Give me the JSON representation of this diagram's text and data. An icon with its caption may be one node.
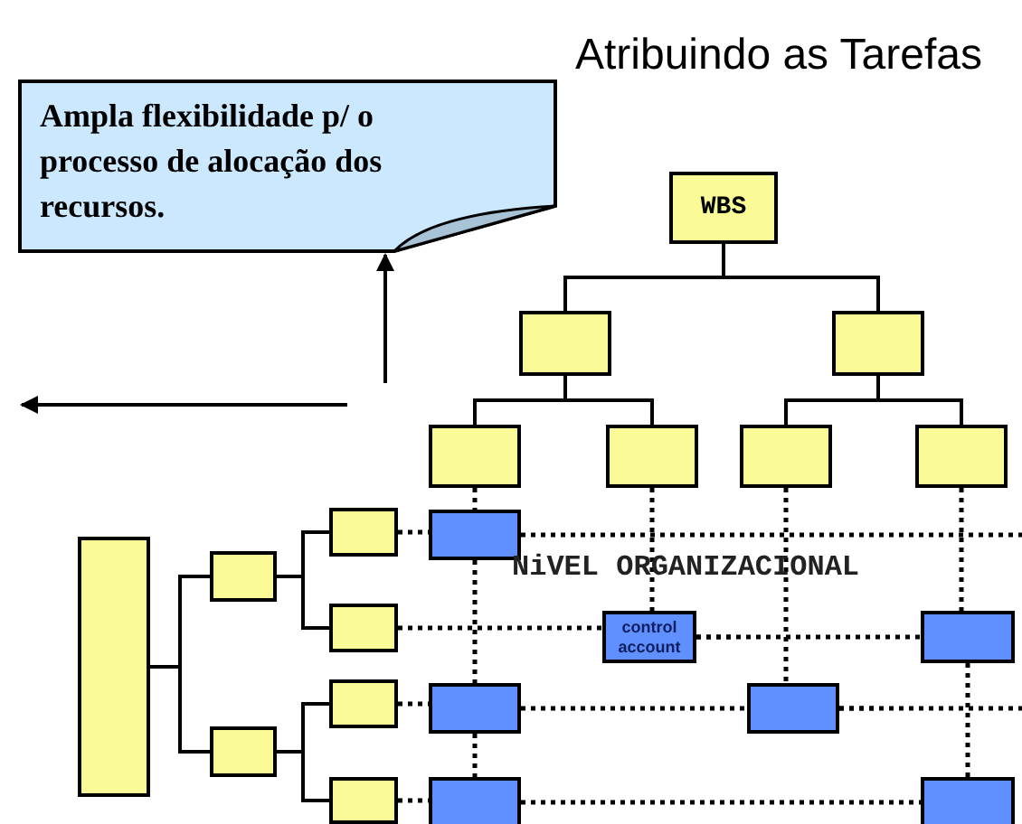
{
  "diagram": {
    "title": "Atribuindo as Tarefas",
    "nodes": [
      {
        "text": [
          "Ampla flexibilidade p/ o processo de alocação dos recursos."
        ]
      },
      {
        "text": [
          "WBS"
        ]
      },
      {
        "text": [],
        "shape": "box"
      },
      {
        "text": [],
        "shape": "box"
      },
      {
        "text": [],
        "shape": "box"
      },
      {
        "text": [],
        "shape": "box"
      },
      {
        "text": [],
        "shape": "box"
      },
      {
        "text": [],
        "shape": "box"
      },
      {
        "text": [],
        "shape": "box"
      },
      {
        "text": [],
        "shape": "box"
      },
      {
        "text": [],
        "shape": "box"
      },
      {
        "text": [],
        "shape": "box"
      },
      {
        "text": [],
        "shape": "box"
      },
      {
        "text": [],
        "shape": "box"
      },
      {
        "text": [],
        "shape": "box"
      },
      {
        "text": [],
        "shape": "box"
      },
      {
        "text": [
          "control account"
        ]
      },
      {
        "text": [],
        "shape": "box"
      },
      {
        "text": [],
        "shape": "box"
      },
      {
        "text": [],
        "shape": "box"
      },
      {
        "text": [],
        "shape": "box"
      },
      {
        "text": [],
        "shape": "box"
      }
    ],
    "edges": [
      {
        "from": null,
        "to": 0,
        "arrow": "to"
      },
      {
        "from": 1,
        "to": 2,
        "arrow": "none"
      },
      {
        "from": 1,
        "to": 3,
        "arrow": "none"
      },
      {
        "from": 2,
        "to": 4,
        "arrow": "none"
      },
      {
        "from": 2,
        "to": 5,
        "arrow": "none"
      },
      {
        "from": 3,
        "to": 6,
        "arrow": "none"
      },
      {
        "from": 3,
        "to": 7,
        "arrow": "none"
      },
      {
        "from": 8,
        "to": 9,
        "arrow": "none"
      },
      {
        "from": 8,
        "to": 10,
        "arrow": "none"
      },
      {
        "from": 9,
        "to": 11,
        "arrow": "none"
      },
      {
        "from": 9,
        "to": 12,
        "arrow": "none"
      },
      {
        "from": 10,
        "to": 13,
        "arrow": "none"
      },
      {
        "from": 10,
        "to": 14,
        "arrow": "none"
      },
      {
        "from": 11,
        "to": 15,
        "arrow": "none",
        "style": "dashed"
      },
      {
        "from": 15,
        "to": null,
        "arrow": "none",
        "style": "dashed"
      },
      {
        "from": 12,
        "to": 16,
        "arrow": "none",
        "style": "dashed"
      },
      {
        "from": 16,
        "to": 17,
        "arrow": "none",
        "style": "dashed"
      },
      {
        "from": 13,
        "to": 18,
        "arrow": "none",
        "style": "dashed"
      },
      {
        "from": 18,
        "to": 19,
        "arrow": "none",
        "style": "dashed"
      },
      {
        "from": 19,
        "to": null,
        "arrow": "none",
        "style": "dashed"
      },
      {
        "from": 14,
        "to": 20,
        "arrow": "none",
        "style": "dashed"
      },
      {
        "from": 20,
        "to": 21,
        "arrow": "none",
        "style": "dashed"
      },
      {
        "from": 4,
        "to": 15,
        "arrow": "none",
        "style": "dashed"
      },
      {
        "from": 15,
        "to": 18,
        "arrow": "none",
        "style": "dashed"
      },
      {
        "from": 18,
        "to": 20,
        "arrow": "none",
        "style": "dashed"
      },
      {
        "from": 5,
        "to": 16,
        "arrow": "none",
        "style": "dashed"
      },
      {
        "from": 16,
        "to": null,
        "arrow": "none",
        "style": "dashed"
      },
      {
        "from": 6,
        "to": 19,
        "arrow": "none",
        "style": "dashed"
      },
      {
        "from": 19,
        "to": null,
        "arrow": "none",
        "style": "dashed"
      },
      {
        "from": 7,
        "to": 17,
        "arrow": "none",
        "style": "dashed"
      },
      {
        "from": 17,
        "to": 21,
        "arrow": "none",
        "style": "dashed"
      }
    ],
    "labels": [
      "NiVEL ORGANIZACIONAL"
    ]
  }
}
